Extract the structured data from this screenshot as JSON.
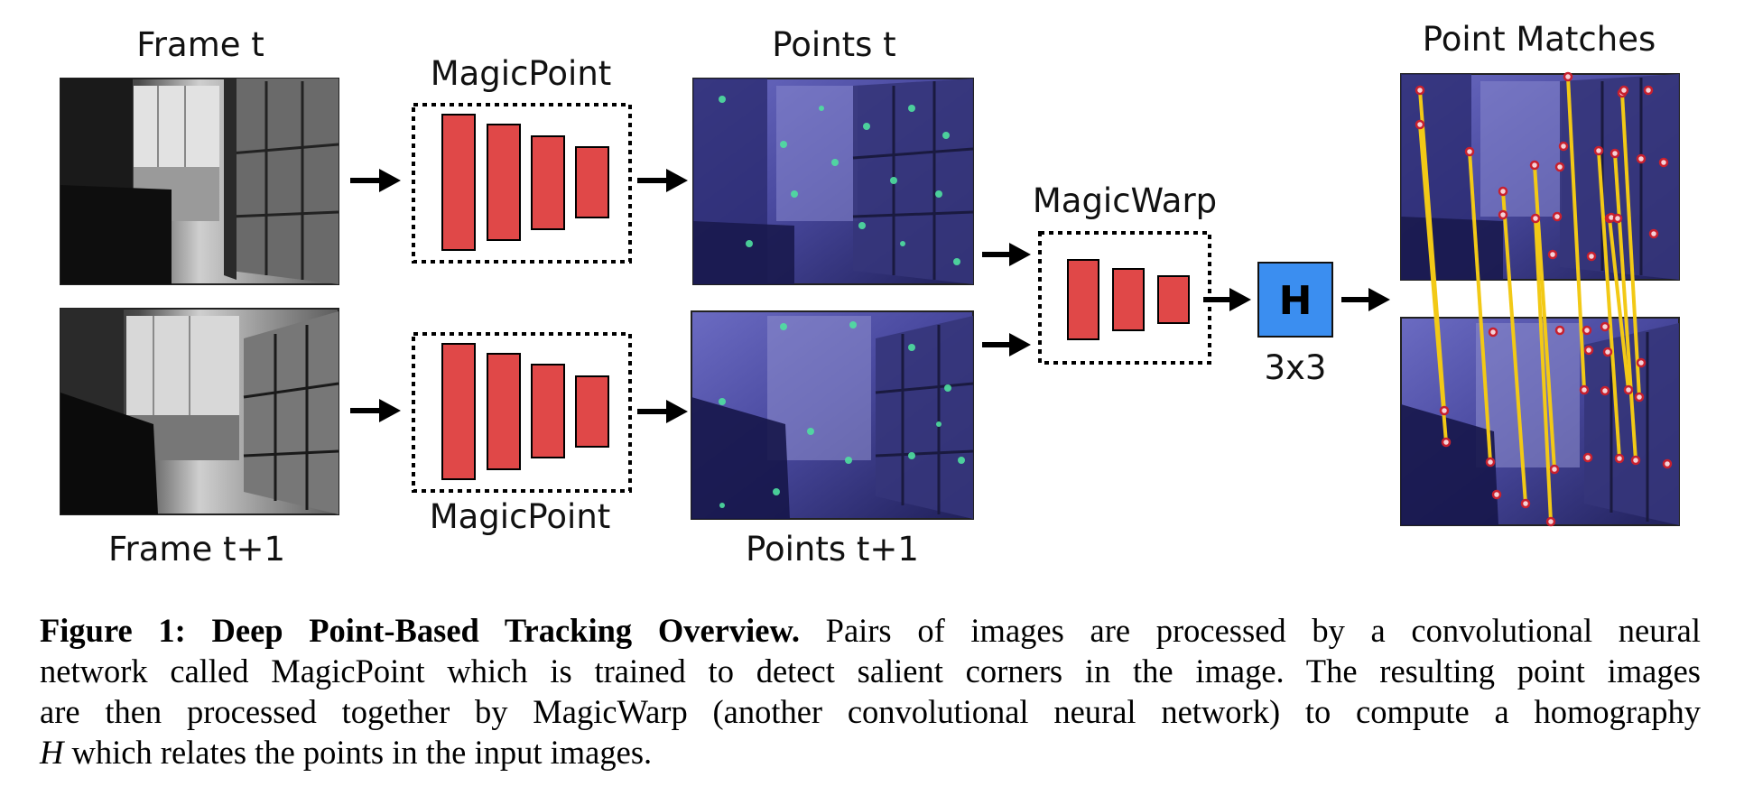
{
  "labels": {
    "frame_t": "Frame t",
    "frame_t1": "Frame t+1",
    "magicpoint_top": "MagicPoint",
    "magicpoint_bottom": "MagicPoint",
    "points_t": "Points t",
    "points_t1": "Points t+1",
    "magicwarp": "MagicWarp",
    "h_letter": "H",
    "h_size": "3x3",
    "point_matches": "Point Matches"
  },
  "caption": {
    "bold": "Figure 1: Deep Point-Based Tracking Overview.",
    "line1_rest": "Pairs of images are processed by a convolutional neural",
    "line2": "network called MagicPoint which is trained to detect salient corners in the image. The resulting point images",
    "line3": "are then processed together by MagicWarp (another convolutional neural network) to compute a homography",
    "italic_h": "H",
    "line4_rest": "which relates the points in the input images."
  },
  "colors": {
    "network_block": "#e04848",
    "h_box": "#3b8ef0",
    "match_line": "#f2c916",
    "heatmap_bg": "#3a3a86",
    "keypoint": "#f5d2d8"
  }
}
